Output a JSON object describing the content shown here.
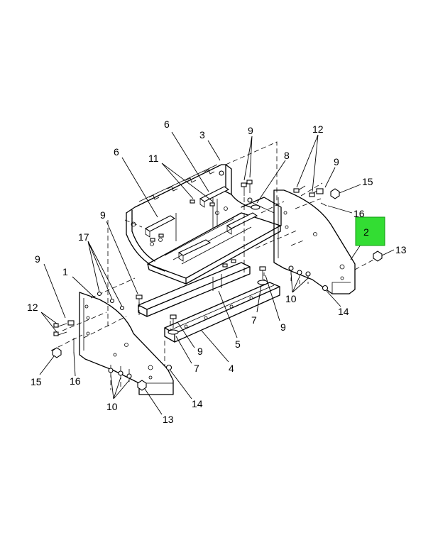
{
  "callouts": [
    {
      "id": "c1",
      "label": "1"
    },
    {
      "id": "c2",
      "label": "2",
      "highlighted": true
    },
    {
      "id": "c3",
      "label": "3"
    },
    {
      "id": "c4",
      "label": "4"
    },
    {
      "id": "c5",
      "label": "5"
    },
    {
      "id": "c6a",
      "label": "6"
    },
    {
      "id": "c6b",
      "label": "6"
    },
    {
      "id": "c7a",
      "label": "7"
    },
    {
      "id": "c7b",
      "label": "7"
    },
    {
      "id": "c8",
      "label": "8"
    },
    {
      "id": "c9a",
      "label": "9"
    },
    {
      "id": "c9b",
      "label": "9"
    },
    {
      "id": "c9c",
      "label": "9"
    },
    {
      "id": "c9d",
      "label": "9"
    },
    {
      "id": "c9e",
      "label": "9"
    },
    {
      "id": "c9f",
      "label": "9"
    },
    {
      "id": "c10a",
      "label": "10"
    },
    {
      "id": "c10b",
      "label": "10"
    },
    {
      "id": "c11",
      "label": "11"
    },
    {
      "id": "c12a",
      "label": "12"
    },
    {
      "id": "c12b",
      "label": "12"
    },
    {
      "id": "c13a",
      "label": "13"
    },
    {
      "id": "c13b",
      "label": "13"
    },
    {
      "id": "c14a",
      "label": "14"
    },
    {
      "id": "c14b",
      "label": "14"
    },
    {
      "id": "c15a",
      "label": "15"
    },
    {
      "id": "c15b",
      "label": "15"
    },
    {
      "id": "c16a",
      "label": "16"
    },
    {
      "id": "c16b",
      "label": "16"
    },
    {
      "id": "c17",
      "label": "17"
    }
  ],
  "colors": {
    "highlight_fill": "#33dd33",
    "highlight_stroke": "#119911",
    "line": "#000000",
    "background": "#ffffff"
  }
}
